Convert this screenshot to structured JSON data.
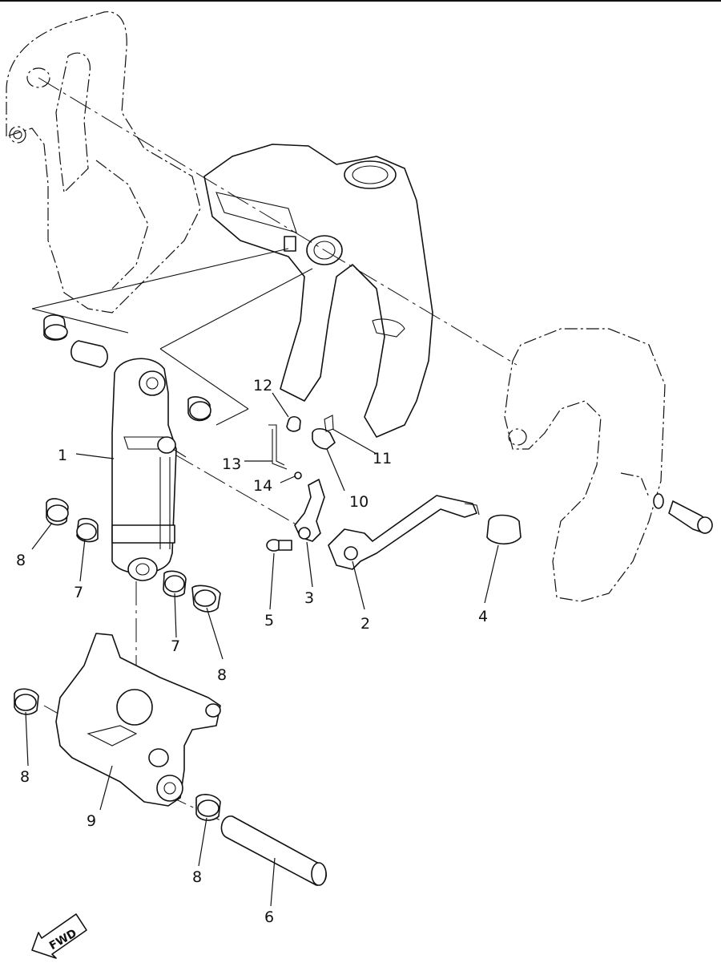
{
  "diagram": {
    "callouts": [
      {
        "id": "c1",
        "text": "1"
      },
      {
        "id": "c2",
        "text": "2"
      },
      {
        "id": "c3",
        "text": "3"
      },
      {
        "id": "c4",
        "text": "4"
      },
      {
        "id": "c5",
        "text": "5"
      },
      {
        "id": "c6",
        "text": "6"
      },
      {
        "id": "c7a",
        "text": "7"
      },
      {
        "id": "c7b",
        "text": "7"
      },
      {
        "id": "c8a",
        "text": "8"
      },
      {
        "id": "c8b",
        "text": "8"
      },
      {
        "id": "c8c",
        "text": "8"
      },
      {
        "id": "c8d",
        "text": "8"
      },
      {
        "id": "c9",
        "text": "9"
      },
      {
        "id": "c10",
        "text": "10"
      },
      {
        "id": "c11",
        "text": "11"
      },
      {
        "id": "c12",
        "text": "12"
      },
      {
        "id": "c13",
        "text": "13"
      },
      {
        "id": "c14",
        "text": "14"
      }
    ],
    "fwd_label": "FWD"
  }
}
